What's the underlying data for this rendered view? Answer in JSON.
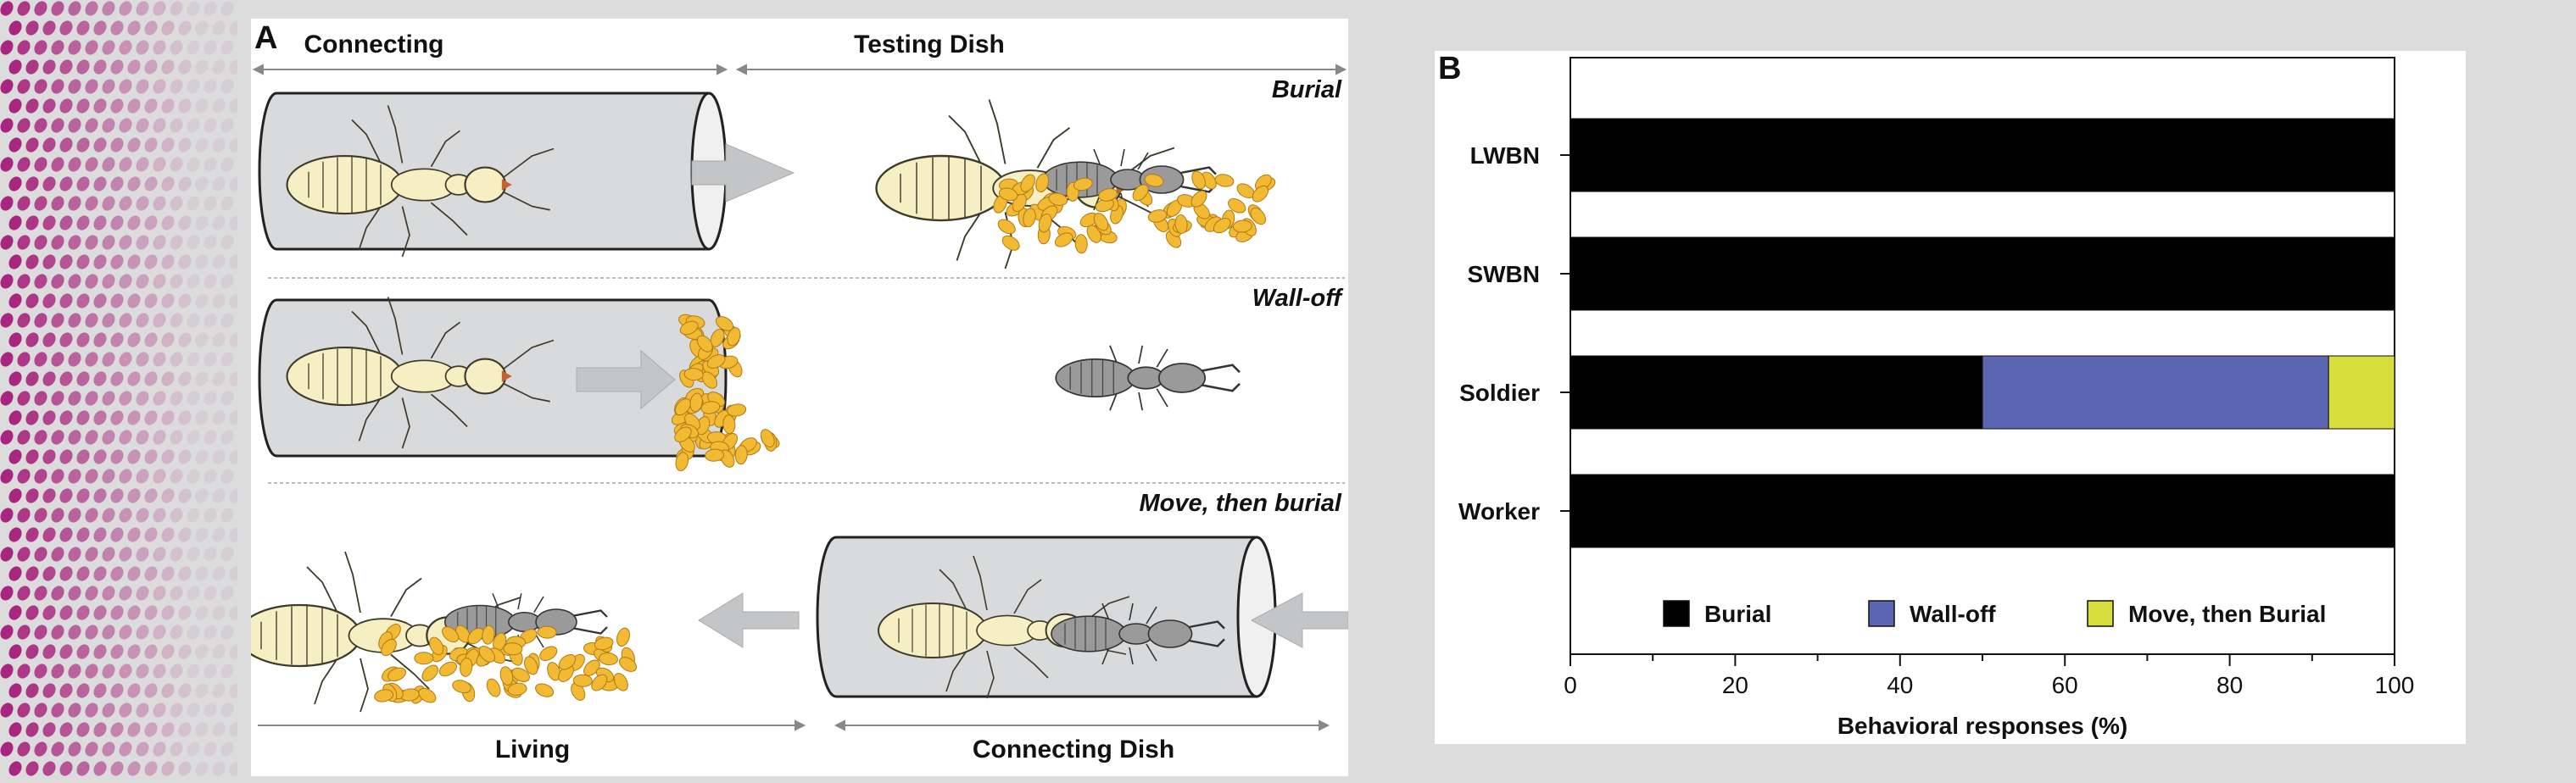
{
  "panel_a": {
    "letter": "A",
    "top_headers": [
      "Connecting",
      "Testing Dish"
    ],
    "bottom_headers": [
      "Living",
      "Connecting Dish"
    ],
    "row_labels": [
      "Burial",
      "Wall-off",
      "Move, then burial"
    ]
  },
  "panel_b": {
    "letter": "B"
  },
  "colors": {
    "burial": "#000000",
    "wall_off": "#5b66b2",
    "move_then_burial": "#d7dd3c",
    "termite_body": "#f7efc4",
    "termite_outline": "#3d3a2a",
    "soldier": "#9a9a9a",
    "sand": "#f2b933",
    "tube": "#d9dadc",
    "arrow": "#c4c5c7"
  },
  "chart_data": {
    "type": "bar",
    "orientation": "horizontal",
    "stacked": true,
    "categories": [
      "LWBN",
      "SWBN",
      "Soldier",
      "Worker"
    ],
    "series": [
      {
        "name": "Burial",
        "values": [
          100,
          100,
          50,
          100
        ]
      },
      {
        "name": "Wall-off",
        "values": [
          0,
          0,
          42,
          0
        ]
      },
      {
        "name": "Move, then Burial",
        "values": [
          0,
          0,
          8,
          0
        ]
      }
    ],
    "xlabel": "Behavioral responses (%)",
    "ylabel": "",
    "xlim": [
      0,
      100
    ],
    "xticks": [
      0,
      20,
      40,
      60,
      80,
      100
    ],
    "legend": "bottom-inside",
    "grid": false
  }
}
